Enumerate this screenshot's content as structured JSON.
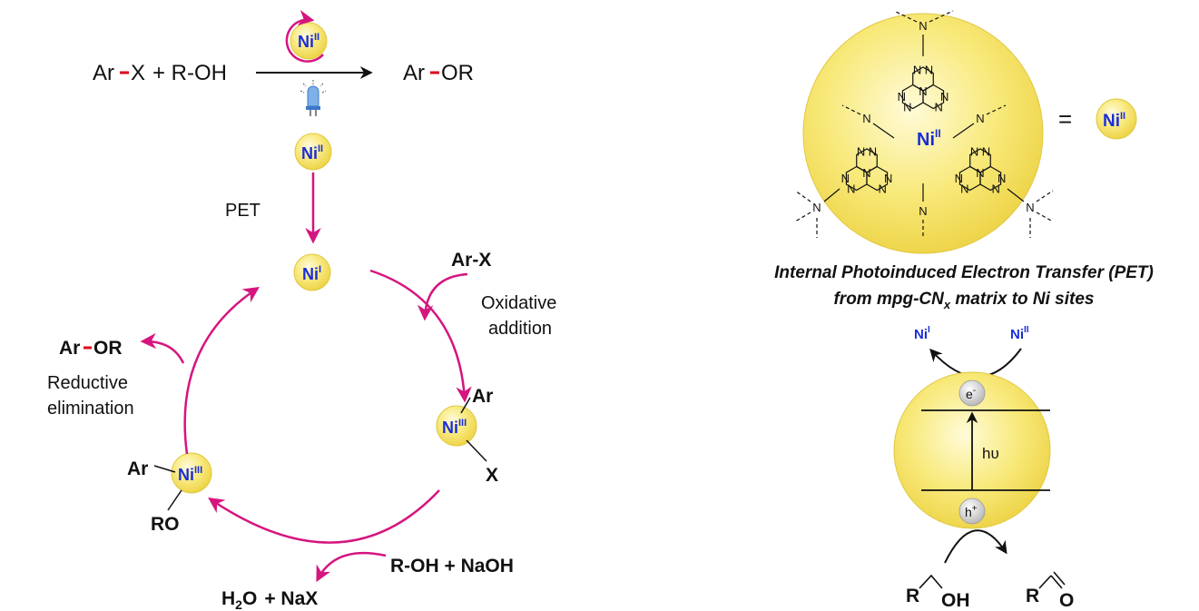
{
  "colors": {
    "cycle_arrow": "#d6157f",
    "nickel_text": "#1a2ed8",
    "sphere_fill": "#f7e56a",
    "sphere_edge": "#e0c840",
    "bond_red": "#e0001b",
    "black": "#111111"
  },
  "icons": {
    "light": "led-bulb-icon"
  },
  "top_reaction": {
    "reactant_ar": "Ar",
    "reactant_x": "X",
    "plus_roh": "+ R-OH",
    "product_ar": "Ar",
    "product_or": "OR"
  },
  "ni": {
    "symbol": "Ni",
    "ox_I": "I",
    "ox_II": "II",
    "ox_III": "III"
  },
  "cycle": {
    "pet_label": "PET",
    "arx_in": "Ar-X",
    "oxidative_line1": "Oxidative",
    "oxidative_line2": "addition",
    "lig_ar_right": "Ar",
    "lig_x_right": "X",
    "lig_ar_left": "Ar",
    "lig_ro_left": "RO",
    "reductive_line1": "Reductive",
    "reductive_line2": "elimination",
    "product_ar": "Ar",
    "product_or": "OR",
    "reagents_in": "R-OH  + NaOH",
    "waste_h2o_h": "H",
    "waste_h2o_sub": "2",
    "waste_h2o_o": "O",
    "waste_rest": "+ NaX"
  },
  "catalyst": {
    "n_atom": "N",
    "equals": "="
  },
  "pet_caption": {
    "line1": "Internal Photoinduced Electron Transfer (PET)",
    "line2_prefix": "from mpg-CN",
    "line2_sub": "x",
    "line2_suffix": " matrix to Ni sites"
  },
  "band": {
    "electron": "e",
    "electron_charge": "-",
    "hole": "h",
    "hole_charge": "+",
    "photon": "hυ",
    "alcohol_r": "R",
    "alcohol_oh": "OH",
    "aldehyde_r": "R",
    "aldehyde_o": "O"
  }
}
